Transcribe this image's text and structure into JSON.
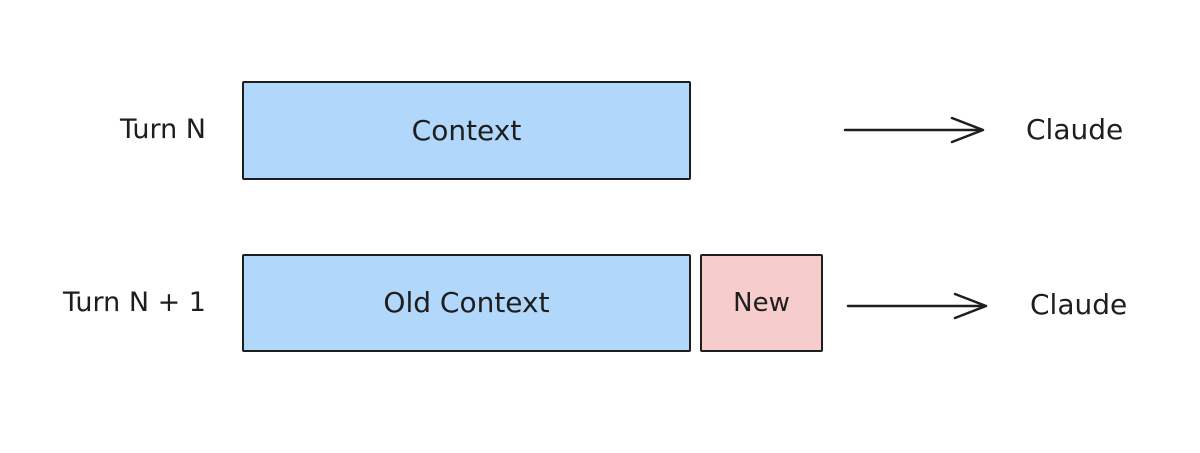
{
  "rows": [
    {
      "label": "Turn N",
      "segments": [
        {
          "text": "Context",
          "color": "#b1d7fa"
        }
      ],
      "target": "Claude"
    },
    {
      "label": "Turn N + 1",
      "segments": [
        {
          "text": "Old Context",
          "color": "#b1d7fa"
        },
        {
          "text": "New",
          "color": "#f7cccc"
        }
      ],
      "target": "Claude"
    }
  ],
  "colors": {
    "context_fill": "#b1d7fa",
    "new_fill": "#f7cccc",
    "stroke": "#1e1e1e"
  },
  "icons": {
    "arrow": "arrow-right-icon"
  }
}
